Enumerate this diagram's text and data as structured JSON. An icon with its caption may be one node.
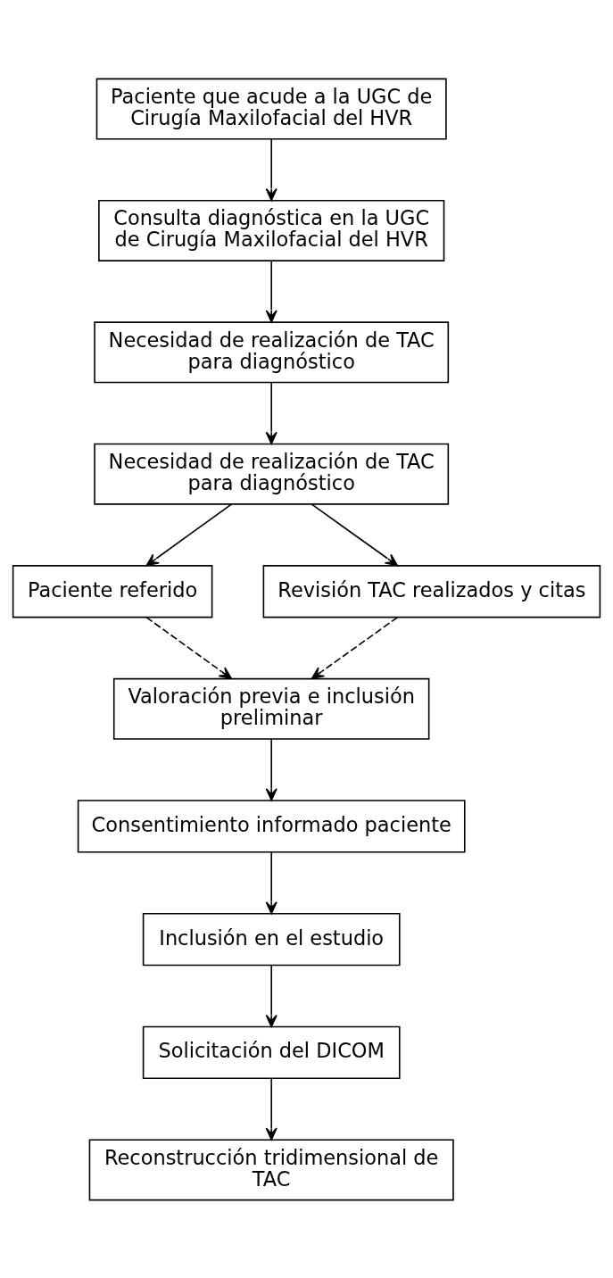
{
  "diagram": {
    "nodes": [
      {
        "text": [
          "Paciente que acude a la UGC de Cirugía Maxilofacial del HVR"
        ]
      },
      {
        "text": [
          "Consulta diagnóstica en la UGC de Cirugía Maxilofacial del HVR"
        ]
      },
      {
        "text": [
          "Necesidad de realización de TAC para diagnóstico"
        ]
      },
      {
        "text": [
          "Necesidad de realización de TAC para diagnóstico"
        ]
      },
      {
        "text": [
          "Paciente referido"
        ]
      },
      {
        "text": [
          "Revisión TAC realizados y citas"
        ]
      },
      {
        "text": [
          "Valoración previa e inclusión preliminar"
        ]
      },
      {
        "text": [
          "Consentimiento informado paciente"
        ]
      },
      {
        "text": [
          "Inclusión en el estudio"
        ]
      },
      {
        "text": [
          "Solicitación del DICOM"
        ]
      },
      {
        "text": [
          "Reconstrucción tridimensional de TAC"
        ]
      }
    ],
    "edges": [
      {
        "from": 0,
        "to": 1,
        "arrow": "to"
      },
      {
        "from": 1,
        "to": 2,
        "arrow": "to"
      },
      {
        "from": 2,
        "to": 3,
        "arrow": "to"
      },
      {
        "from": 3,
        "to": 4,
        "arrow": "to"
      },
      {
        "from": 3,
        "to": 5,
        "arrow": "to"
      },
      {
        "from": 4,
        "to": 6,
        "arrow": "to",
        "style": "dashed"
      },
      {
        "from": 5,
        "to": 6,
        "arrow": "to",
        "style": "dashed"
      },
      {
        "from": 6,
        "to": 7,
        "arrow": "to"
      },
      {
        "from": 7,
        "to": 8,
        "arrow": "to"
      },
      {
        "from": 8,
        "to": 9,
        "arrow": "to"
      },
      {
        "from": 9,
        "to": 10,
        "arrow": "to"
      }
    ]
  }
}
